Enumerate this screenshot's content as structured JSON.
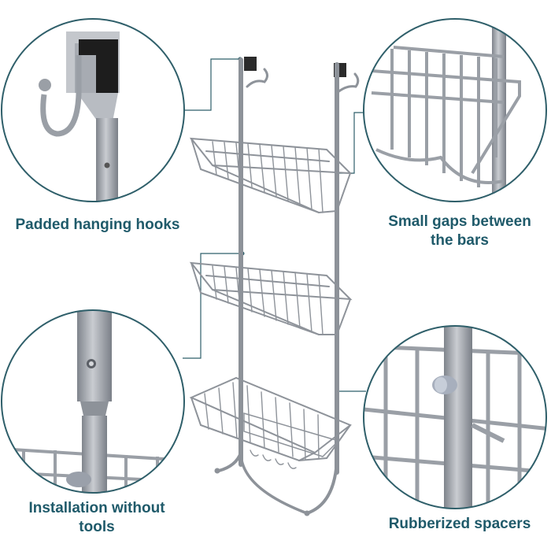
{
  "callouts": {
    "top_left": {
      "lines": [
        "Padded hanging hooks"
      ]
    },
    "top_right": {
      "lines": [
        "Small gaps between",
        "the bars"
      ]
    },
    "bottom_left": {
      "lines": [
        "Installation without",
        "tools"
      ]
    },
    "bottom_right": {
      "lines": [
        "Rubberized spacers"
      ]
    }
  },
  "colors": {
    "caption_text": "#1f5a6a",
    "circle_outline": "#2f5f6a",
    "metal": "#a3a7ae",
    "metal_dark": "#7d828a",
    "background": "#ffffff"
  }
}
